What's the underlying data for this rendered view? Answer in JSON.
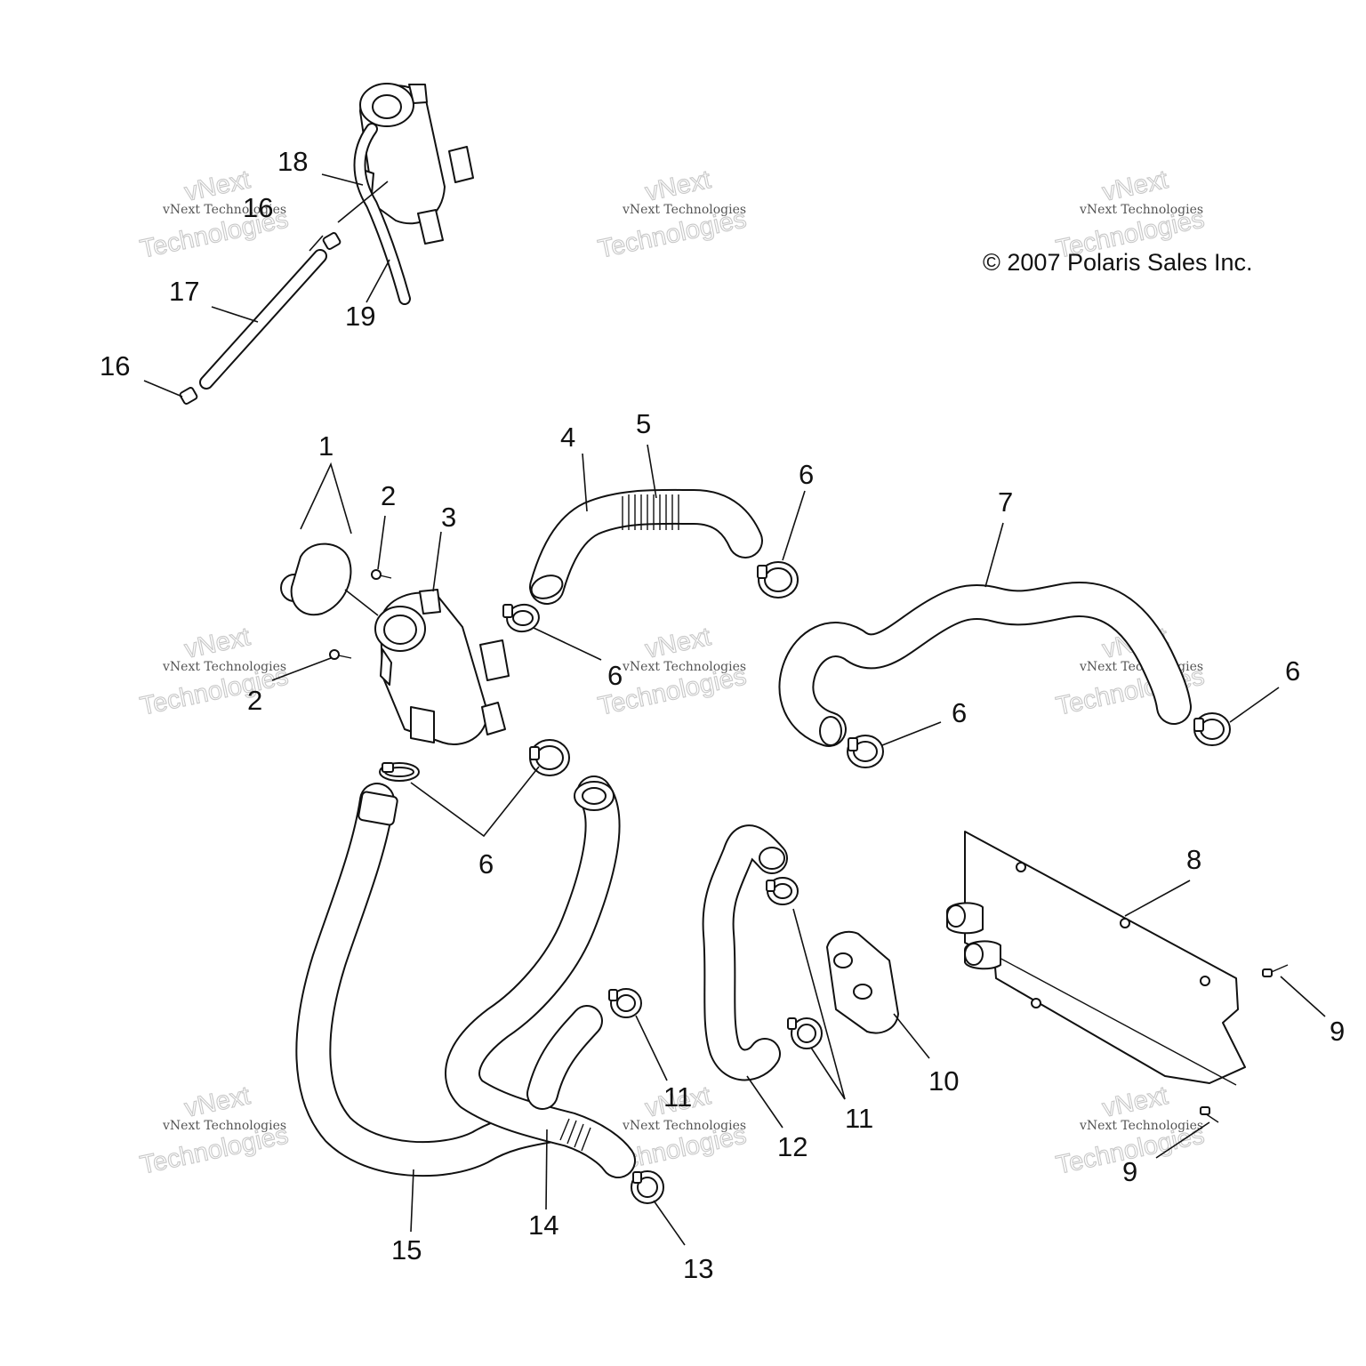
{
  "copyright": "© 2007 Polaris Sales Inc.",
  "watermark": {
    "line1": "vNext Technologies",
    "line2": "Technologies",
    "logo": "vNext"
  },
  "callouts": {
    "c1": "1",
    "c2a": "2",
    "c2b": "2",
    "c3": "3",
    "c4": "4",
    "c5": "5",
    "c6a": "6",
    "c6b": "6",
    "c6c": "6",
    "c6d": "6",
    "c6e": "6",
    "c7": "7",
    "c8": "8",
    "c9a": "9",
    "c9b": "9",
    "c10": "10",
    "c11a": "11",
    "c11b": "11",
    "c12": "12",
    "c13": "13",
    "c14": "14",
    "c15": "15",
    "c16a": "16",
    "c16b": "16",
    "c17": "17",
    "c18": "18",
    "c19": "19"
  }
}
